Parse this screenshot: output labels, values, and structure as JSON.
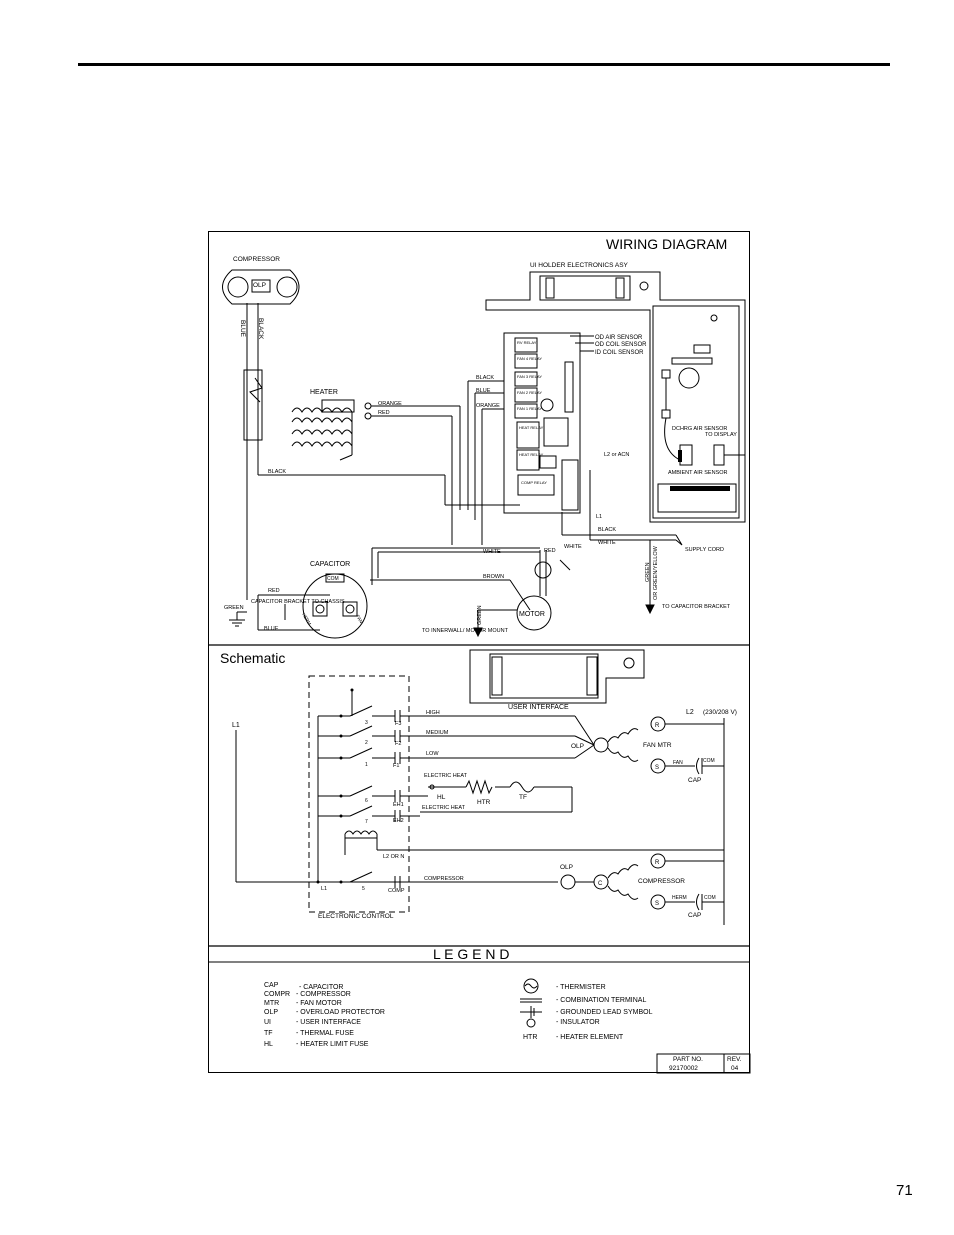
{
  "page": {
    "number": "71"
  },
  "wiring": {
    "title": "WIRING DIAGRAM",
    "compressor": "COMPRESSOR",
    "olp": "OLP",
    "blue": "BLUE",
    "black": "BLACK",
    "ui_holder": "UI HOLDER ELECTRONICS ASY",
    "od_air_sensor": "OD AIR SENSOR",
    "od_coil_sensor": "OD COIL SENSOR",
    "id_coil_sensor": "ID COIL SENSOR",
    "heater": "HEATER",
    "orange": "ORANGE",
    "red": "RED",
    "rv_relay": "RV RELAY",
    "fan4_relay": "FAN 4 RELAY",
    "fan3_relay": "FAN 3 RELAY",
    "fan2_relay": "FAN 2 RELAY",
    "fan1_relay": "FAN 1 RELAY",
    "heat_relay": "HEAT RELAY",
    "comp_relay": "COMP RELAY",
    "l2_or_acn": "L2 or ACN",
    "dchrg_air_sensor": "DCHRG AIR SENSOR",
    "to_display": "TO DISPLAY",
    "ambient_air_sensor": "AMBIENT AIR SENSOR",
    "l1": "L1",
    "white": "WHITE",
    "supply_cord": "SUPPLY CORD",
    "capacitor": "CAPACITOR",
    "com": "COM",
    "herm": "HERM",
    "fan": "FAN",
    "brown": "BROWN",
    "green": "GREEN",
    "green_yellow": "OR GREEN/YELLOW",
    "capacitor_bracket_to_chassis": "CAPACITOR BRACKET TO CHASSIS",
    "to_innerwall": "TO INNERWALL/ MOTOR MOUNT",
    "motor": "MOTOR",
    "to_capacitor_bracket": "TO CAPACITOR BRACKET"
  },
  "schematic": {
    "title": "Schematic",
    "user_interface": "USER INTERFACE",
    "l1": "L1",
    "l2": "L2",
    "voltage": "(230/208 V)",
    "high": "HIGH",
    "medium": "MEDIUM",
    "low": "LOW",
    "electric_heat": "ELECTRIC HEAT",
    "f3": "F3",
    "f2": "F2",
    "f1": "F1",
    "eh1": "EH1",
    "eh2": "EH2",
    "n3": "3",
    "n2": "2",
    "n1": "1",
    "n6": "6",
    "n7": "7",
    "n5": "5",
    "l2_or_n": "L2 OR N",
    "comp": "COMP",
    "compressor": "COMPRESSOR",
    "electronic_control": "ELECTRONIC CONTROL",
    "olp": "OLP",
    "fan_mtr": "FAN MTR",
    "r": "R",
    "s": "S",
    "c": "C",
    "fan": "FAN",
    "com": "COM",
    "cap": "CAP",
    "herm": "HERM",
    "hl": "HL",
    "htr": "HTR",
    "tf": "TF"
  },
  "legend": {
    "title": "L E G E N D",
    "items_left": [
      {
        "abbr": "CAP",
        "desc": "- CAPACITOR"
      },
      {
        "abbr": "COMPR",
        "desc": "- COMPRESSOR"
      },
      {
        "abbr": "MTR",
        "desc": "- FAN MOTOR"
      },
      {
        "abbr": "OLP",
        "desc": "- OVERLOAD PROTECTOR"
      },
      {
        "abbr": "UI",
        "desc": "- USER INTERFACE"
      },
      {
        "abbr": "TF",
        "desc": "- THERMAL FUSE"
      },
      {
        "abbr": "HL",
        "desc": "- HEATER LIMIT FUSE"
      }
    ],
    "items_right": [
      {
        "symbol": "thermister-icon",
        "desc": "- THERMISTER"
      },
      {
        "symbol": "combination-terminal-icon",
        "desc": "- COMBINATION TERMINAL"
      },
      {
        "symbol": "grounded-lead-icon",
        "desc": "- GROUNDED LEAD SYMBOL"
      },
      {
        "symbol": "insulator-icon",
        "desc": "- INSULATOR"
      },
      {
        "symbol": "HTR",
        "desc": "- HEATER ELEMENT"
      }
    ],
    "part_no_label": "PART NO.",
    "part_no": "92170002",
    "rev_label": "REV.",
    "rev": "04"
  }
}
